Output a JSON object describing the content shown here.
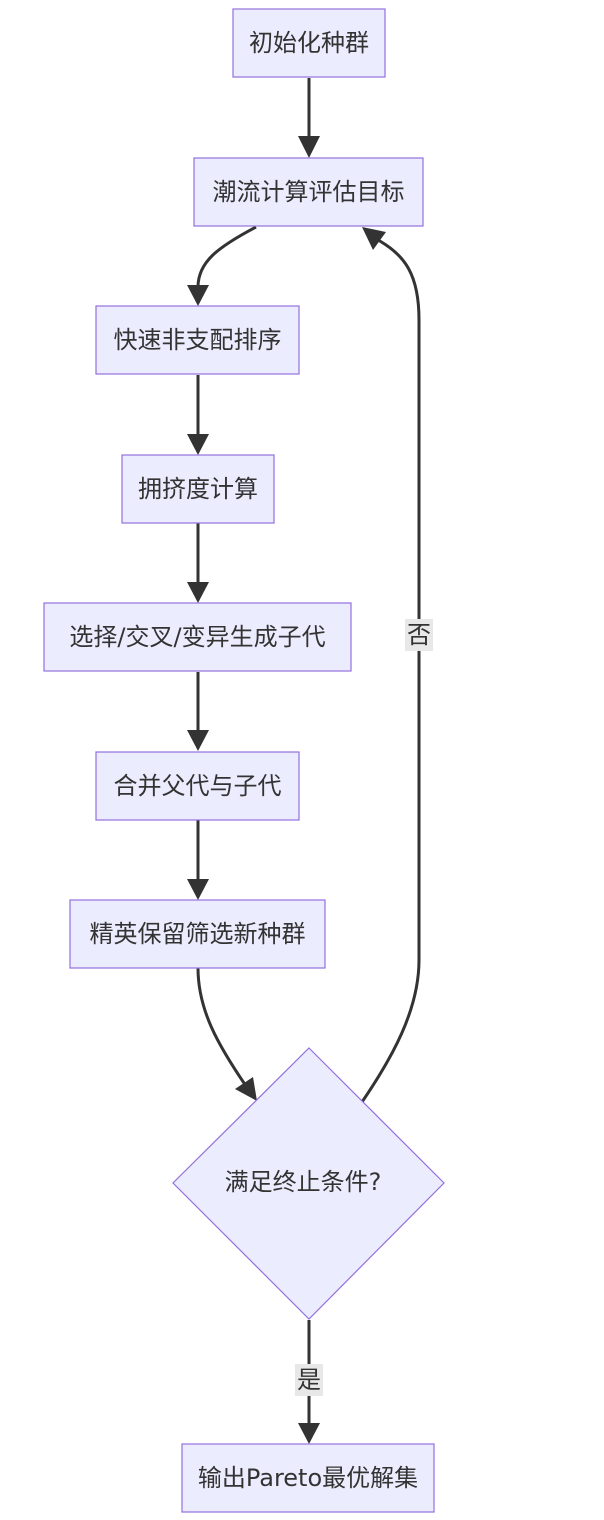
{
  "nodes": {
    "init": "初始化种群",
    "eval": "潮流计算评估目标",
    "sort": "快速非支配排序",
    "crowd": "拥挤度计算",
    "genop": "选择/交叉/变异生成子代",
    "merge": "合并父代与子代",
    "elite": "精英保留筛选新种群",
    "decision": "满足终止条件?",
    "output": "输出Pareto最优解集"
  },
  "edges": {
    "no_label": "否",
    "yes_label": "是"
  },
  "colors": {
    "node_fill": "#ECECFF",
    "node_stroke": "#9370DB",
    "text": "#333333",
    "edge": "#333333",
    "label_bg": "#e8e8e8"
  }
}
